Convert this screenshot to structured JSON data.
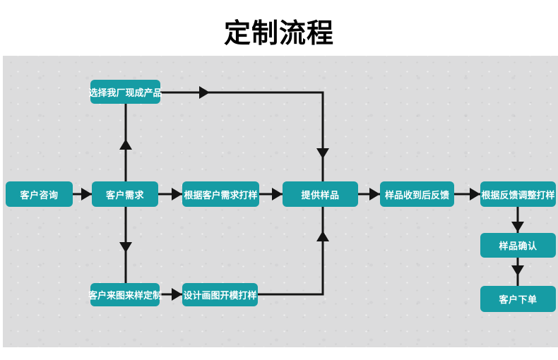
{
  "title": "定制流程",
  "colors": {
    "page_bg": "#ffffff",
    "panel_bg": "#dcdcdd",
    "node_bg": "#169ca4",
    "node_text": "#ffffff",
    "line": "#141414",
    "title_color": "#000000"
  },
  "flowchart": {
    "nodes": [
      {
        "id": "customer-consult",
        "label": "客户咨询"
      },
      {
        "id": "customer-demand",
        "label": "客户需求"
      },
      {
        "id": "choose-ready-product",
        "label": "选择我厂现成产品"
      },
      {
        "id": "custom-by-drawing",
        "label": "客户来图来样定制"
      },
      {
        "id": "sample-per-demand",
        "label": "根据客户需求打样"
      },
      {
        "id": "design-draw-mold",
        "label": "设计画图开模打样"
      },
      {
        "id": "provide-sample",
        "label": "提供样品"
      },
      {
        "id": "feedback-after-receipt",
        "label": "样品收到后反馈"
      },
      {
        "id": "adjust-per-feedback",
        "label": "根据反馈调整打样"
      },
      {
        "id": "sample-confirm",
        "label": "样品确认"
      },
      {
        "id": "customer-order",
        "label": "客户下单"
      }
    ],
    "edges": [
      {
        "from": "customer-consult",
        "to": "customer-demand"
      },
      {
        "from": "customer-demand",
        "to": "choose-ready-product"
      },
      {
        "from": "customer-demand",
        "to": "custom-by-drawing"
      },
      {
        "from": "customer-demand",
        "to": "sample-per-demand"
      },
      {
        "from": "choose-ready-product",
        "to": "provide-sample"
      },
      {
        "from": "sample-per-demand",
        "to": "provide-sample"
      },
      {
        "from": "custom-by-drawing",
        "to": "design-draw-mold"
      },
      {
        "from": "design-draw-mold",
        "to": "provide-sample"
      },
      {
        "from": "provide-sample",
        "to": "feedback-after-receipt"
      },
      {
        "from": "feedback-after-receipt",
        "to": "adjust-per-feedback"
      },
      {
        "from": "adjust-per-feedback",
        "to": "sample-confirm"
      },
      {
        "from": "sample-confirm",
        "to": "customer-order"
      }
    ]
  }
}
